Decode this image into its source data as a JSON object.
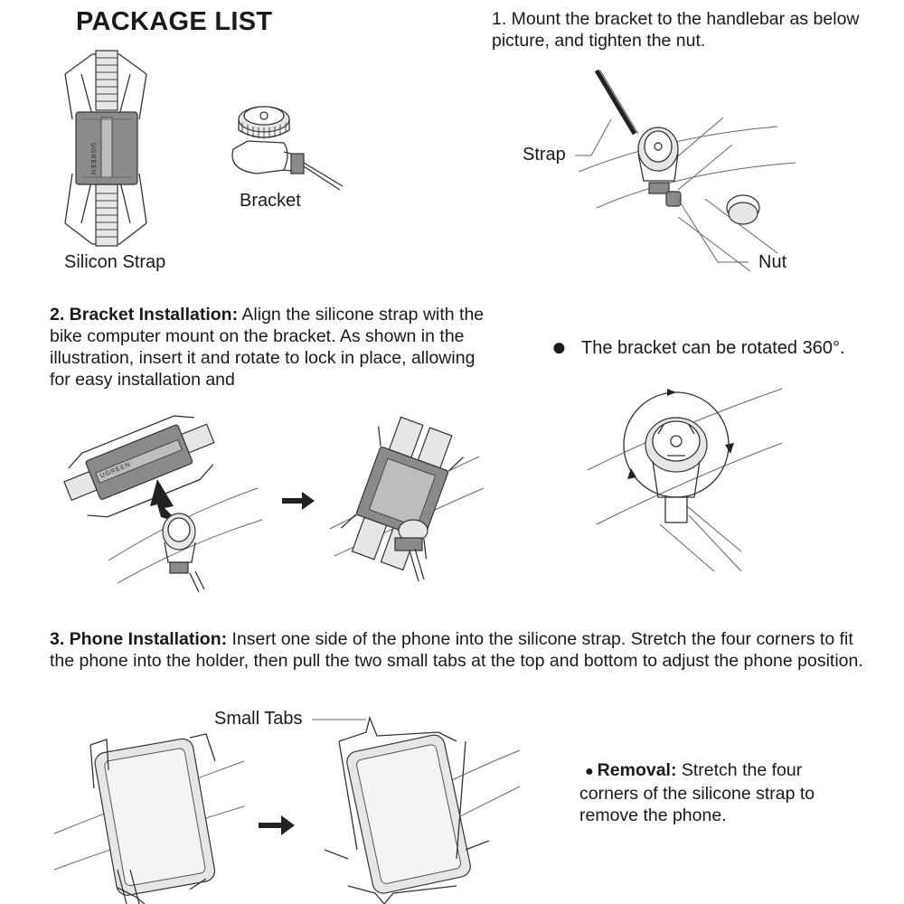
{
  "header": {
    "title": "PACKAGE LIST"
  },
  "package": {
    "strap_label": "Silicon Strap",
    "bracket_label": "Bracket",
    "strap_logo": "UGREEN"
  },
  "step1": {
    "text": "1. Mount the bracket to the handlebar as below picture, and tighten the nut.",
    "strap_callout": "Strap",
    "nut_callout": "Nut"
  },
  "step2": {
    "heading": "2. Bracket Installation:",
    "text": " Align the silicone strap with the bike computer mount on the bracket. As shown in the illustration, insert it and rotate to lock in place, allowing for easy installation and",
    "strap_logo": "UGREEN"
  },
  "rotation": {
    "bullet": "●",
    "text": "The bracket can be rotated 360°."
  },
  "step3": {
    "heading": "3. Phone Installation:",
    "text": " Insert one side of the phone into the silicone strap. Stretch the four corners to fit the phone into the holder, then pull the two small tabs at the top and bottom to adjust the phone position.",
    "tabs_callout": "Small Tabs"
  },
  "removal": {
    "bullet": "●",
    "heading": "Removal:",
    "text": " Stretch the four corners of the silicone strap to remove the phone."
  },
  "icons": [
    "arrow-right-icon",
    "arrow-down-icon",
    "rotate-arrow-icon"
  ]
}
